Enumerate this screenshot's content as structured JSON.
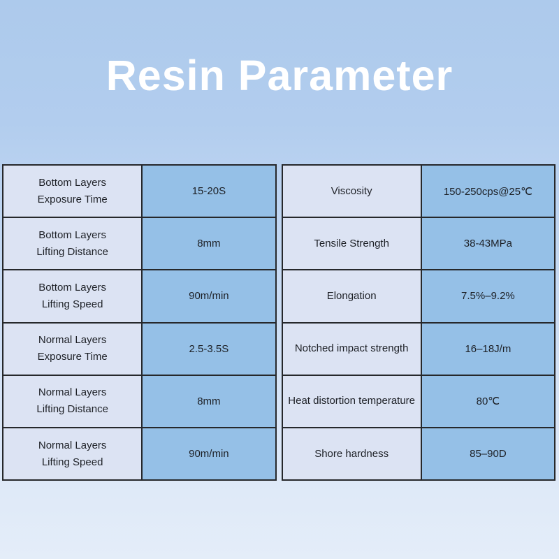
{
  "title": "Resin Parameter",
  "colors": {
    "background_top": "#adcaec",
    "background_bottom": "#e4edf9",
    "title_text": "#ffffff",
    "label_cell_bg": "#dce3f3",
    "value_cell_bg": "#95c0e7",
    "cell_border": "#26282b",
    "cell_text": "#1d2026"
  },
  "left_table": {
    "rows": [
      {
        "label": "Bottom Layers\nExposure Time",
        "value": "15-20S"
      },
      {
        "label": "Bottom Layers\nLifting Distance",
        "value": "8mm"
      },
      {
        "label": "Bottom Layers\nLifting Speed",
        "value": "90m/min"
      },
      {
        "label": "Normal Layers\nExposure Time",
        "value": "2.5-3.5S"
      },
      {
        "label": "Normal Layers\nLifting Distance",
        "value": "8mm"
      },
      {
        "label": "Normal Layers\nLifting Speed",
        "value": "90m/min"
      }
    ]
  },
  "right_table": {
    "rows": [
      {
        "label": "Viscosity",
        "value": "150-250cps@25℃"
      },
      {
        "label": "Tensile Strength",
        "value": "38-43MPa"
      },
      {
        "label": "Elongation",
        "value": "7.5%–9.2%"
      },
      {
        "label": "Notched impact strength",
        "value": "16–18J/m"
      },
      {
        "label": "Heat distortion temperature",
        "value": "80℃"
      },
      {
        "label": "Shore hardness",
        "value": "85–90D"
      }
    ]
  }
}
